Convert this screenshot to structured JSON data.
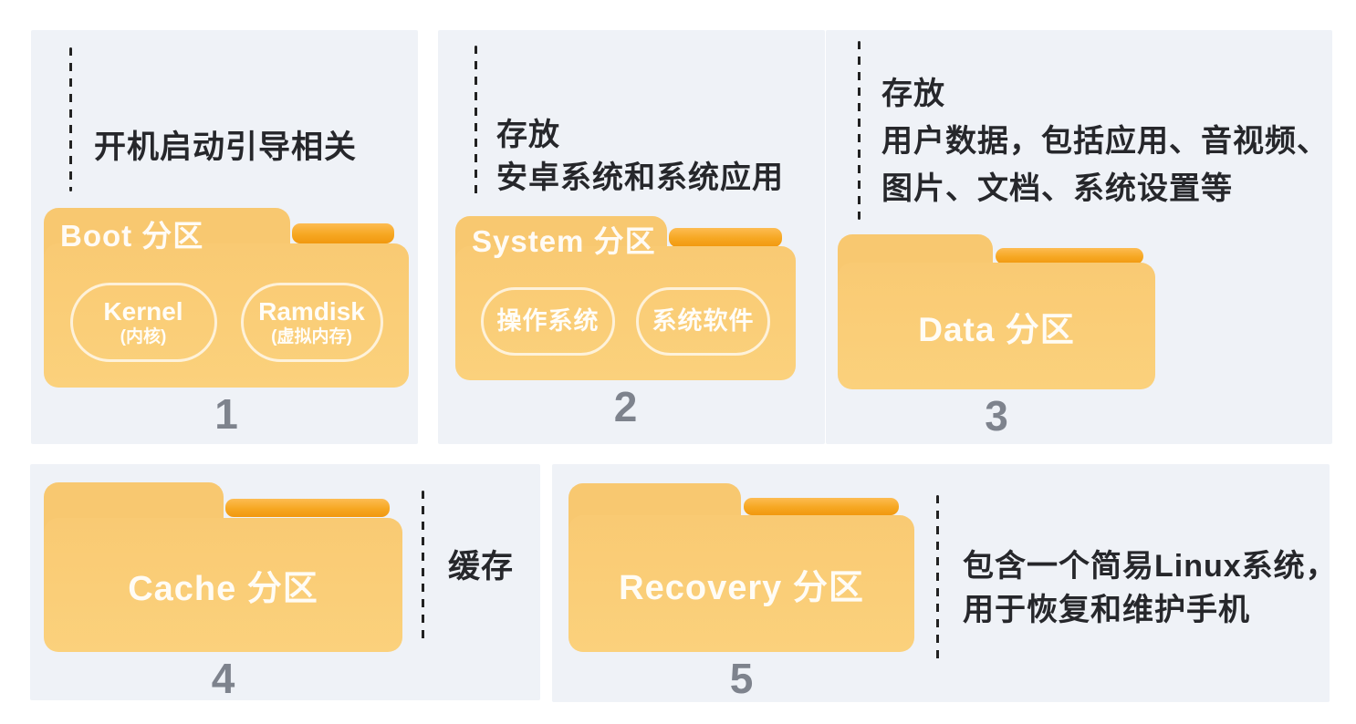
{
  "colors": {
    "page_bg": "#ffffff",
    "card_bg": "#eff2f7",
    "folder_body": "#f9cb74",
    "folder_tab_gradient_top": "#fdbc52",
    "folder_tab_gradient_bottom": "#f1980e",
    "folder_label_text": "#ffffff",
    "description_text": "#26272b",
    "number_text": "#7e838d",
    "dash_line": "#222222"
  },
  "cards": [
    {
      "number": "1",
      "description_lines": [
        "开机启动引导相关"
      ],
      "folder": {
        "label": "Boot 分区",
        "pills": [
          {
            "line1": "Kernel",
            "line2": "(内核)"
          },
          {
            "line1": "Ramdisk",
            "line2": "(虚拟内存)"
          }
        ]
      }
    },
    {
      "number": "2",
      "description_lines": [
        "存放",
        "安卓系统和系统应用"
      ],
      "folder": {
        "label": "System 分区",
        "pills": [
          {
            "line1": "操作系统"
          },
          {
            "line1": "系统软件"
          }
        ]
      }
    },
    {
      "number": "3",
      "description_lines": [
        "存放",
        "用户数据，包括应用、音视频、",
        "图片、文档、系统设置等"
      ],
      "folder": {
        "label": "Data 分区",
        "pills": []
      }
    },
    {
      "number": "4",
      "description_lines": [
        "缓存"
      ],
      "folder": {
        "label": "Cache 分区",
        "pills": []
      }
    },
    {
      "number": "5",
      "description_lines": [
        "包含一个简易Linux系统，",
        "用于恢复和维护手机"
      ],
      "folder": {
        "label": "Recovery 分区",
        "pills": []
      }
    }
  ]
}
